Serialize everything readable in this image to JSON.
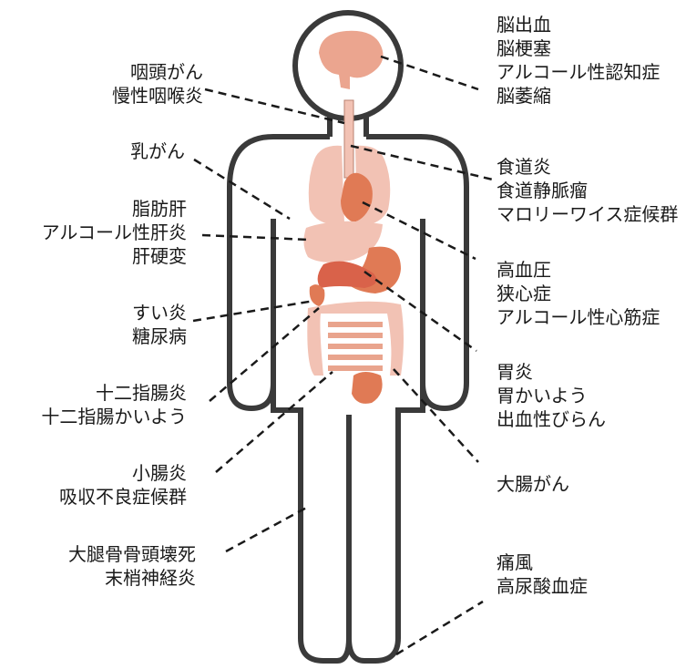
{
  "labels": {
    "brain": [
      "脳出血",
      "脳梗塞",
      "アルコール性認知症",
      "脳萎縮"
    ],
    "pharynx": [
      "咽頭がん",
      "慢性咽喉炎"
    ],
    "breast": [
      "乳がん"
    ],
    "esophagus": [
      "食道炎",
      "食道静脈瘤",
      "マロリーワイス症候群"
    ],
    "liver": [
      "脂肪肝",
      "アルコール性肝炎",
      "肝硬変"
    ],
    "heart": [
      "高血圧",
      "狭心症",
      "アルコール性心筋症"
    ],
    "pancreas": [
      "すい炎",
      "糖尿病"
    ],
    "stomach": [
      "胃炎",
      "胃かいよう",
      "出血性びらん"
    ],
    "duodenum": [
      "十二指腸炎",
      "十二指腸かいよう"
    ],
    "small_intestine": [
      "小腸炎",
      "吸収不良症候群"
    ],
    "large_intestine": [
      "大腸がん"
    ],
    "femur": [
      "大腿骨骨頭壊死",
      "末梢神経炎"
    ],
    "gout": [
      "痛風",
      "高尿酸血症"
    ]
  },
  "colors": {
    "outline": "#3a3a3a",
    "organ_light": "#f2c2b4",
    "organ_mid": "#eba58f",
    "organ_dark": "#e07a55",
    "organ_red": "#d9624a",
    "leader": "#1a1a1a"
  }
}
